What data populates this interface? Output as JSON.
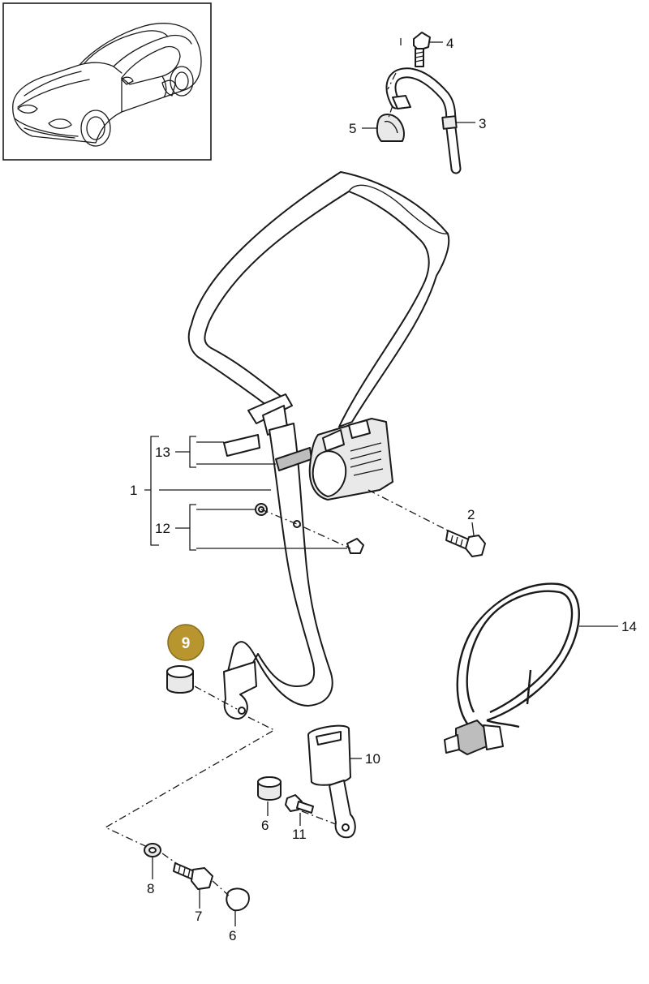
{
  "colors": {
    "highlight_badge": "#b8952f",
    "line": "#1a1a1a",
    "background": "#ffffff"
  },
  "highlighted_part": "9",
  "callouts": {
    "c1": "1",
    "c2": "2",
    "c3": "3",
    "c4": "4",
    "c5": "5",
    "c6a": "6",
    "c6b": "6",
    "c7": "7",
    "c8": "8",
    "c9": "9",
    "c10": "10",
    "c11": "11",
    "c12": "12",
    "c13": "13",
    "c14": "14"
  }
}
